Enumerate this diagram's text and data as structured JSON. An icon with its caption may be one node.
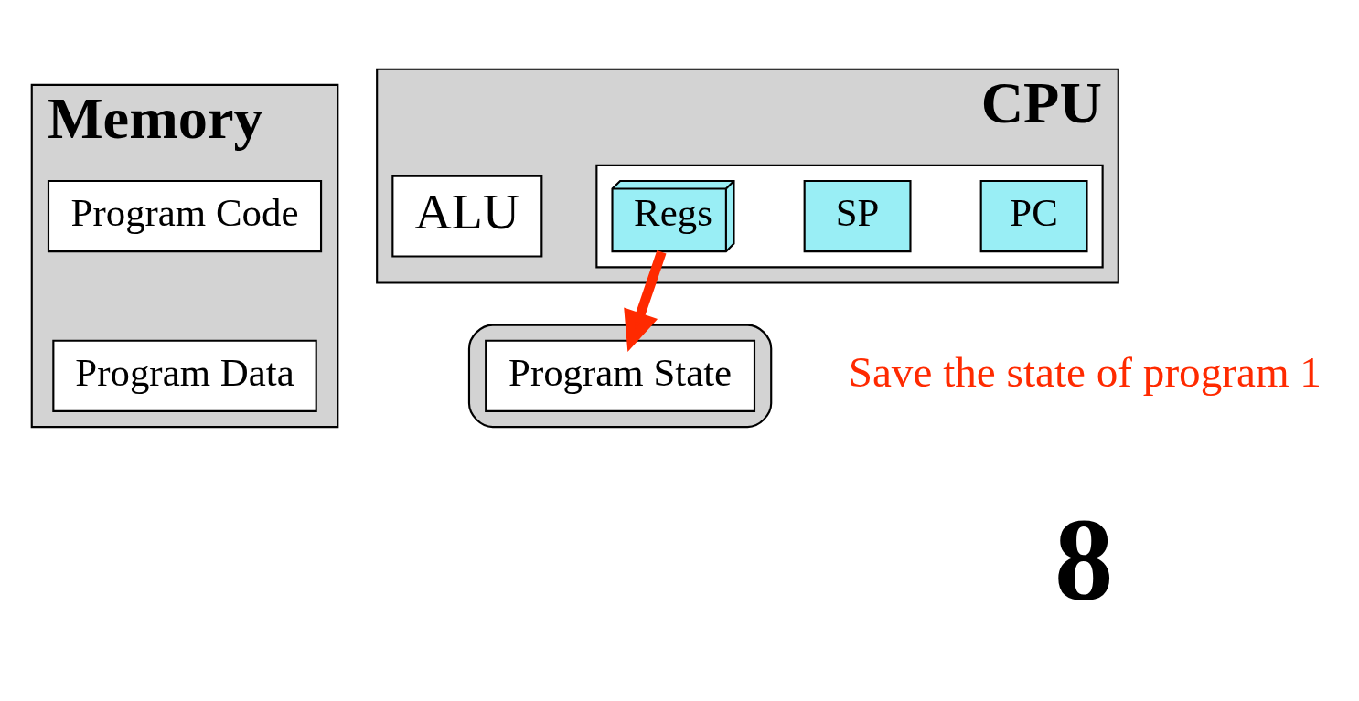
{
  "diagram": {
    "nodes": [
      {
        "text": [
          "Memory"
        ]
      },
      {
        "text": [
          "Program Code"
        ],
        "in": 0
      },
      {
        "text": [
          "Program Data"
        ],
        "in": 0
      },
      {
        "text": [
          "CPU"
        ]
      },
      {
        "text": [
          "ALU"
        ],
        "in": 3
      },
      {
        "text": [],
        "shape": "box",
        "in": 3
      },
      {
        "text": [
          "Regs"
        ],
        "in": 5
      },
      {
        "text": [
          "SP"
        ],
        "in": 5
      },
      {
        "text": [
          "PC"
        ],
        "in": 5
      },
      {
        "text": [],
        "shape": "ellipse"
      },
      {
        "text": [
          "Program State"
        ],
        "in": 9
      }
    ],
    "edges": [
      {
        "from": 6,
        "to": 10,
        "arrow": "to",
        "color": "#ff2a00"
      }
    ],
    "labels": [
      "Save the state of program 1",
      "8"
    ]
  }
}
